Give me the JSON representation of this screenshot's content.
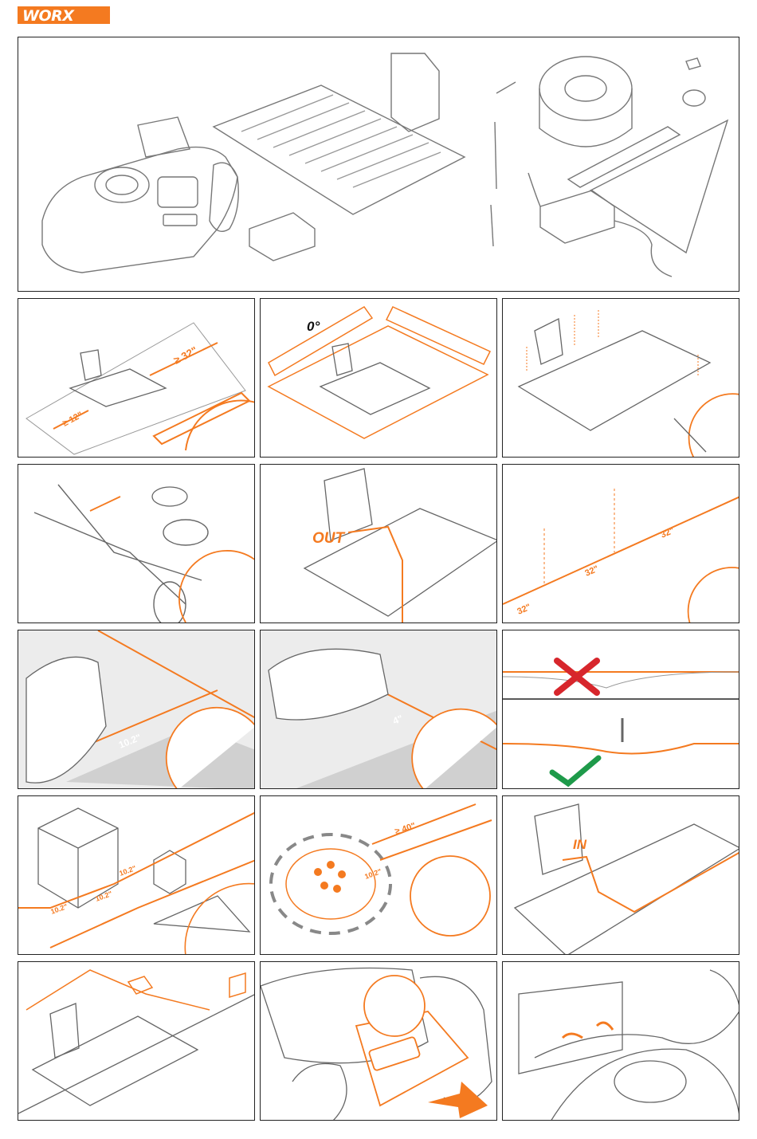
{
  "brand": {
    "name": "WORX",
    "color": "#f47a20"
  },
  "colors": {
    "orange": "#f47a20",
    "line": "#666666",
    "lawn": "#dcdcdc",
    "cross": "#d7262c",
    "check": "#1e9a4a"
  },
  "distances": {
    "robot_sides": "≥ 32\"",
    "robot_front": "≥ 12\"",
    "peg_spacing_a": "32\"",
    "peg_spacing_b": "32\"",
    "peg_spacing_c": "32\"",
    "path_clearance": "10.2\"",
    "flat_clearance": "4\"",
    "obstacle_a": "10.2\"",
    "obstacle_b": "10.2\"",
    "obstacle_c": "10.2\"",
    "flower_bed": "10.2\"",
    "corridor": "≥ 40\""
  },
  "texts": {
    "level": "0°",
    "wire_out": "OUT",
    "wire_in": "IN"
  },
  "icons": {
    "hammer": "hammer-icon",
    "scissors": "scissors-icon",
    "cross": "cross-icon",
    "check": "check-icon",
    "arrow": "arrow-icon"
  }
}
